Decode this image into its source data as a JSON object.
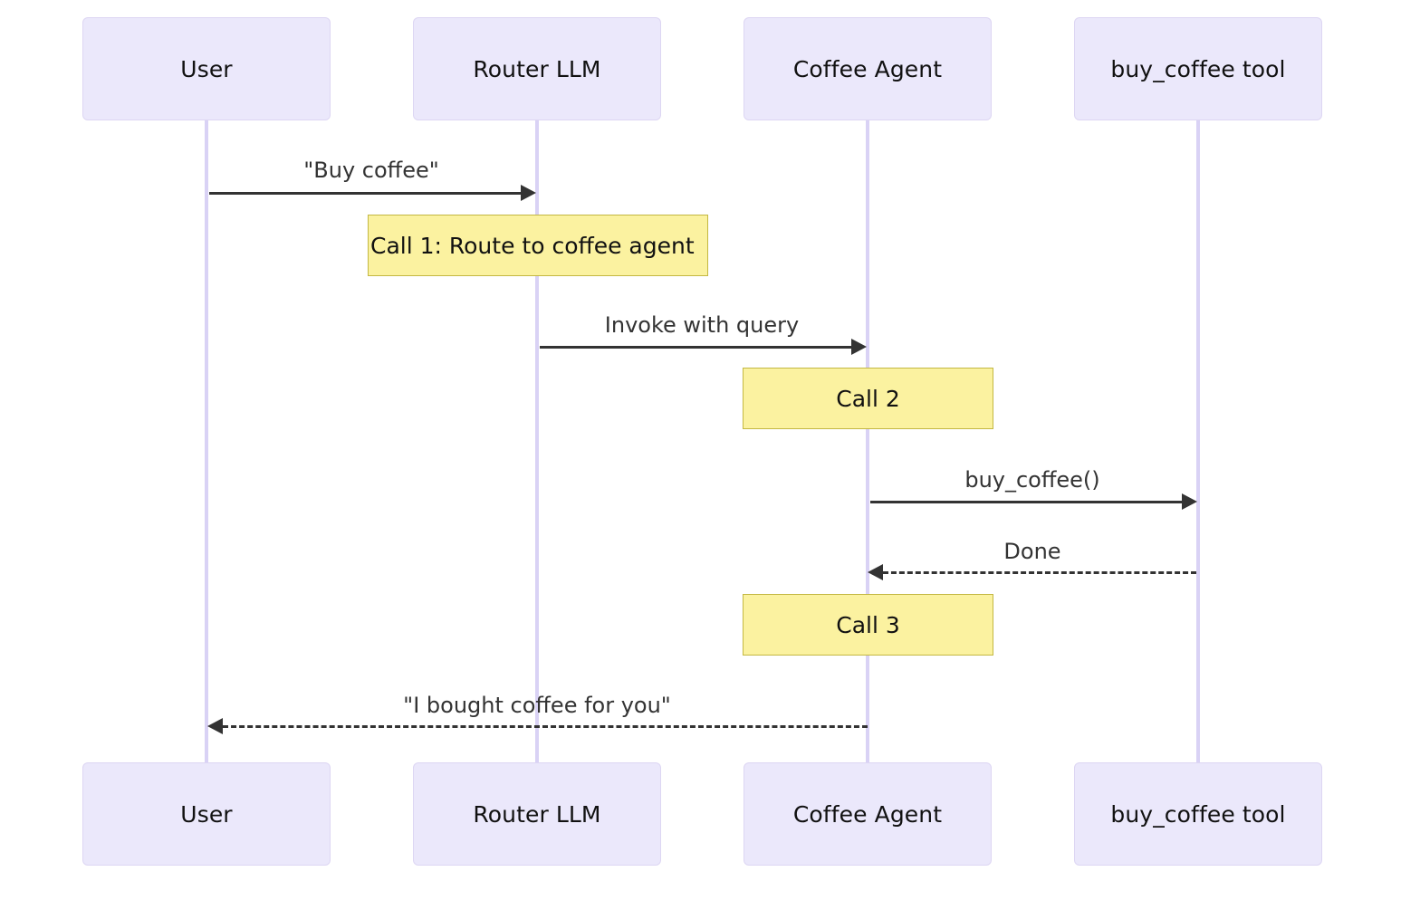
{
  "diagram": {
    "type": "sequence-diagram",
    "title": "",
    "colors": {
      "participant_fill": "#ebe8fb",
      "participant_border": "#ddd6f3",
      "lifeline": "#d9d2f5",
      "note_fill": "#fbf2a0",
      "note_border": "#c3b842",
      "arrow": "#333333",
      "text": "#111111",
      "background": "#ffffff"
    },
    "participants": [
      {
        "id": "user",
        "label": "User"
      },
      {
        "id": "router",
        "label": "Router LLM"
      },
      {
        "id": "agent",
        "label": "Coffee Agent"
      },
      {
        "id": "tool",
        "label": "buy_coffee tool"
      }
    ],
    "participants_bottom": [
      {
        "id": "user",
        "label": "User"
      },
      {
        "id": "router",
        "label": "Router LLM"
      },
      {
        "id": "agent",
        "label": "Coffee Agent"
      },
      {
        "id": "tool",
        "label": "buy_coffee tool"
      }
    ],
    "messages": [
      {
        "id": "m1",
        "from": "user",
        "to": "router",
        "label": "\"Buy coffee\"",
        "style": "solid",
        "direction": "right"
      },
      {
        "id": "m2",
        "from": "router",
        "to": "agent",
        "label": "Invoke with query",
        "style": "solid",
        "direction": "right"
      },
      {
        "id": "m3",
        "from": "agent",
        "to": "tool",
        "label": "buy_coffee()",
        "style": "solid",
        "direction": "right"
      },
      {
        "id": "m4",
        "from": "tool",
        "to": "agent",
        "label": "Done",
        "style": "dashed",
        "direction": "left"
      },
      {
        "id": "m5",
        "from": "agent",
        "to": "user",
        "label": "\"I bought coffee for you\"",
        "style": "dashed",
        "direction": "left"
      }
    ],
    "notes": [
      {
        "id": "n1",
        "over": "router",
        "label": "Call 1: Route to coffee agent"
      },
      {
        "id": "n2",
        "over": "agent",
        "label": "Call 2"
      },
      {
        "id": "n3",
        "over": "agent",
        "label": "Call 3"
      }
    ]
  }
}
